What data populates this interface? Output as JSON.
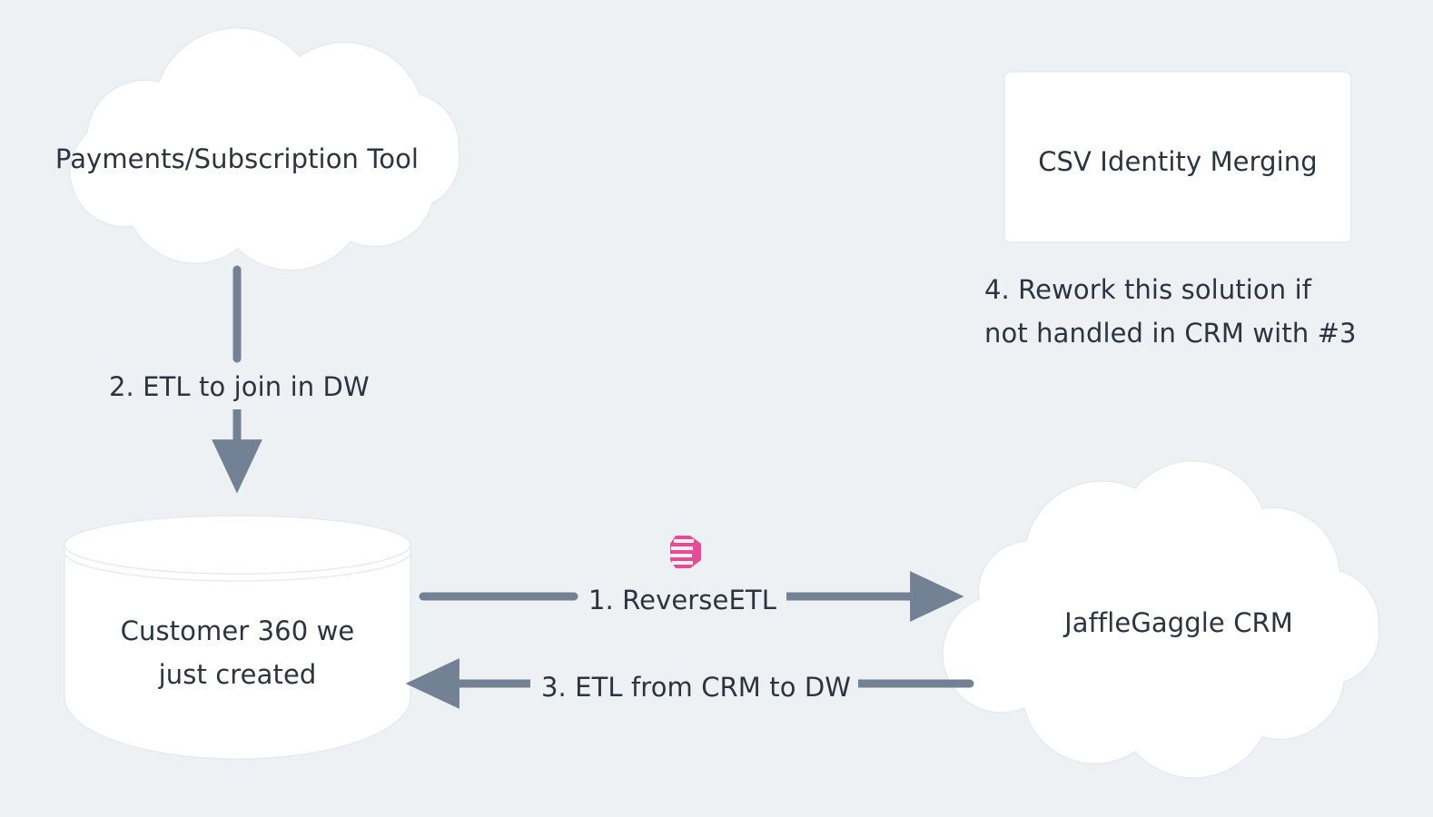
{
  "diagram": {
    "background_color": "#edf1f4",
    "text_color": "#2b3440",
    "edge_color": "#738195",
    "node_fill": "#ffffff",
    "node_stroke": "#e3e8ec",
    "accent_color": "#e84a94",
    "nodes": [
      {
        "id": "payments-tool",
        "shape": "cloud",
        "label": "Payments/Subscription Tool"
      },
      {
        "id": "csv-identity-merging",
        "shape": "rounded-rect",
        "label": "CSV Identity Merging"
      },
      {
        "id": "customer-360",
        "shape": "cylinder",
        "label": "Customer 360 we\njust created"
      },
      {
        "id": "jafflegaggle-crm",
        "shape": "cloud",
        "label": "JaffleGaggle CRM"
      }
    ],
    "edges": [
      {
        "id": "etl-join-dw",
        "label": "2. ETL to join in DW",
        "from": "payments-tool",
        "to": "customer-360",
        "direction": "down"
      },
      {
        "id": "reverse-etl",
        "label": "1. ReverseETL",
        "from": "customer-360",
        "to": "jafflegaggle-crm",
        "direction": "right"
      },
      {
        "id": "etl-from-crm-to-dw",
        "label": "3. ETL from CRM to DW",
        "from": "jafflegaggle-crm",
        "to": "customer-360",
        "direction": "left"
      }
    ],
    "annotations": [
      {
        "id": "rework-note",
        "label": "4. Rework this solution if\nnot handled in CRM with #3"
      }
    ],
    "icons": [
      {
        "id": "hightouch-logo",
        "name": "hightouch-logo-icon",
        "color": "#e84a94"
      }
    ]
  }
}
